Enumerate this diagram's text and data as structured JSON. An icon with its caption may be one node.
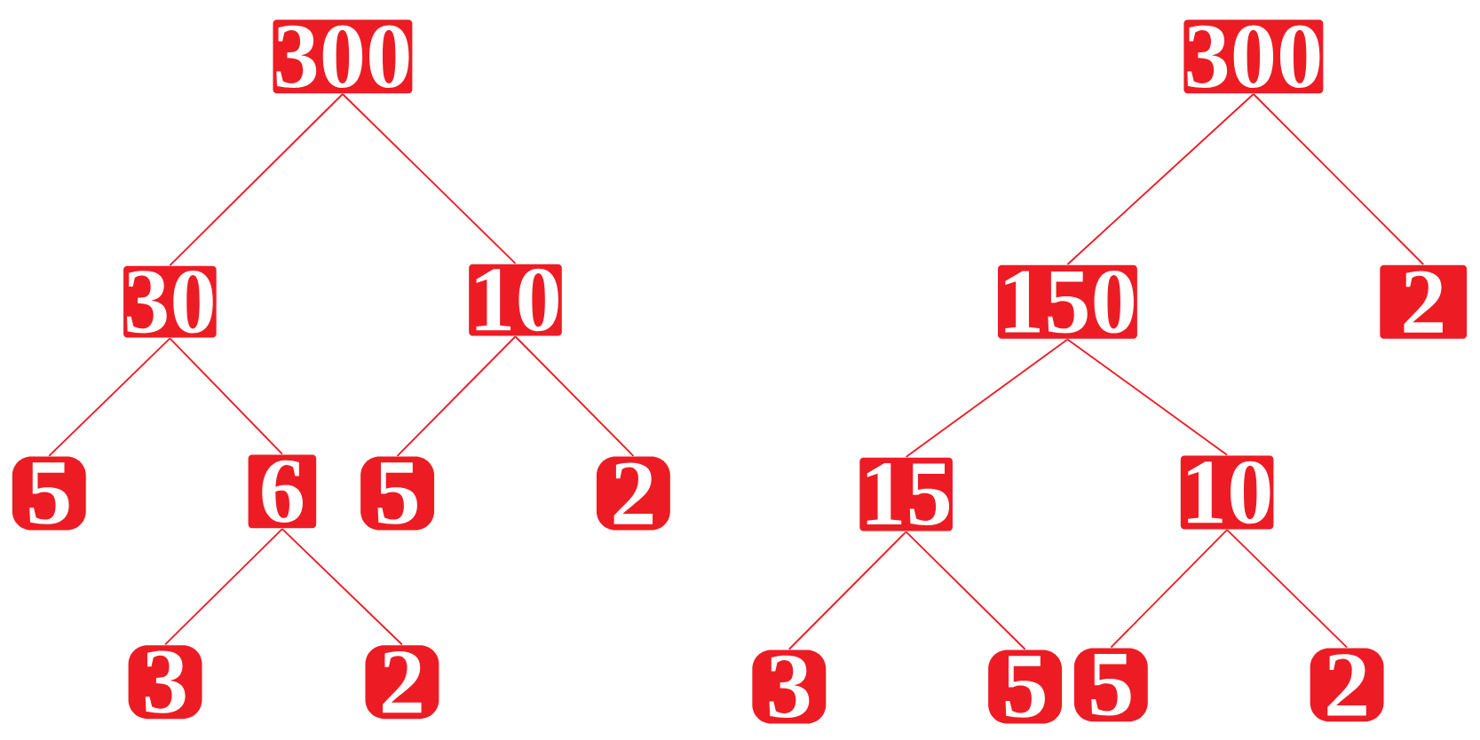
{
  "diagram": {
    "nodes": [
      {
        "text": [
          "300"
        ]
      },
      {
        "text": [
          "30"
        ]
      },
      {
        "text": [
          "10"
        ]
      },
      {
        "text": [
          "5"
        ]
      },
      {
        "text": [
          "6"
        ]
      },
      {
        "text": [
          "5"
        ]
      },
      {
        "text": [
          "2"
        ]
      },
      {
        "text": [
          "3"
        ]
      },
      {
        "text": [
          "2"
        ]
      },
      {
        "text": [
          "300"
        ]
      },
      {
        "text": [
          "150"
        ]
      },
      {
        "text": [
          "2"
        ]
      },
      {
        "text": [
          "15"
        ]
      },
      {
        "text": [
          "10"
        ]
      },
      {
        "text": [
          "3"
        ]
      },
      {
        "text": [
          "5"
        ]
      },
      {
        "text": [
          "5"
        ]
      },
      {
        "text": [
          "2"
        ]
      }
    ],
    "edges": [
      {
        "from": 0,
        "to": 1,
        "arrow": "none"
      },
      {
        "from": 0,
        "to": 2,
        "arrow": "none"
      },
      {
        "from": 1,
        "to": 3,
        "arrow": "none"
      },
      {
        "from": 1,
        "to": 4,
        "arrow": "none"
      },
      {
        "from": 2,
        "to": 5,
        "arrow": "none"
      },
      {
        "from": 2,
        "to": 6,
        "arrow": "none"
      },
      {
        "from": 4,
        "to": 7,
        "arrow": "none"
      },
      {
        "from": 4,
        "to": 8,
        "arrow": "none"
      },
      {
        "from": 9,
        "to": 10,
        "arrow": "none"
      },
      {
        "from": 9,
        "to": 11,
        "arrow": "none"
      },
      {
        "from": 10,
        "to": 12,
        "arrow": "none"
      },
      {
        "from": 10,
        "to": 13,
        "arrow": "none"
      },
      {
        "from": 12,
        "to": 14,
        "arrow": "none"
      },
      {
        "from": 12,
        "to": 15,
        "arrow": "none"
      },
      {
        "from": 13,
        "to": 16,
        "arrow": "none"
      },
      {
        "from": 13,
        "to": 17,
        "arrow": "none"
      }
    ]
  }
}
